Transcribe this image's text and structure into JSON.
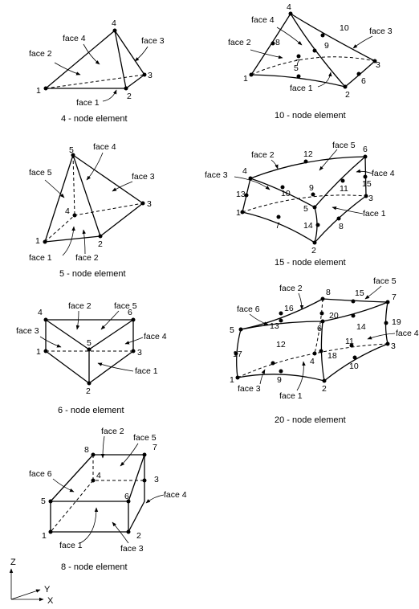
{
  "colors": {
    "ink": "#000000",
    "background": "#ffffff"
  },
  "elements": [
    {
      "id": "tet4",
      "caption": "4 - node element"
    },
    {
      "id": "tet10",
      "caption": "10 - node element"
    },
    {
      "id": "pyr5",
      "caption": "5 - node element"
    },
    {
      "id": "pyr15",
      "caption": "15 - node element"
    },
    {
      "id": "wedge6",
      "caption": "6 - node element"
    },
    {
      "id": "hex20",
      "caption": "20 - node element"
    },
    {
      "id": "hex8",
      "caption": "8 - node element"
    }
  ],
  "faces": [
    "face 1",
    "face 2",
    "face 3",
    "face 4",
    "face 5",
    "face 6"
  ],
  "nodes": [
    "1",
    "2",
    "3",
    "4",
    "5",
    "6",
    "7",
    "8",
    "9",
    "10",
    "11",
    "12",
    "13",
    "14",
    "15",
    "16",
    "17",
    "18",
    "19",
    "20"
  ],
  "axes": {
    "z": "Z",
    "y": "Y",
    "x": "X"
  }
}
